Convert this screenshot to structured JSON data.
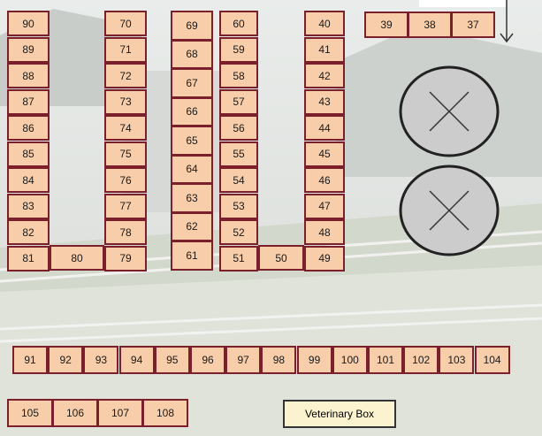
{
  "colors": {
    "stall_fill": "#f8cda9",
    "stall_border": "#7b1f2c",
    "box_fill": "#fbf3cf",
    "circle_fill": "#cccccc"
  },
  "stalls": {
    "left_col": [
      "90",
      "89",
      "88",
      "87",
      "86",
      "85",
      "84",
      "83",
      "82",
      "81"
    ],
    "left_connector": "80",
    "mid_col": [
      "70",
      "71",
      "72",
      "73",
      "74",
      "75",
      "76",
      "77",
      "78",
      "79"
    ],
    "center_col": [
      "69",
      "68",
      "67",
      "66",
      "65",
      "64",
      "63",
      "62",
      "61"
    ],
    "right_col_a": [
      "60",
      "59",
      "58",
      "57",
      "56",
      "55",
      "54",
      "53",
      "52",
      "51"
    ],
    "right_connector": "50",
    "right_col_b": [
      "40",
      "41",
      "42",
      "43",
      "44",
      "45",
      "46",
      "47",
      "48",
      "49"
    ],
    "top_row": [
      "39",
      "38",
      "37"
    ],
    "bottom_row": [
      "91",
      "92",
      "93",
      "94",
      "95",
      "96",
      "97",
      "98",
      "99",
      "100",
      "101",
      "102",
      "103",
      "104"
    ],
    "corner_row": [
      "105",
      "106",
      "107",
      "108"
    ]
  },
  "vet_box": "Veterinary Box",
  "markers": [
    "x-circle-1",
    "x-circle-2"
  ],
  "icons": [
    "down-arrow-icon"
  ]
}
